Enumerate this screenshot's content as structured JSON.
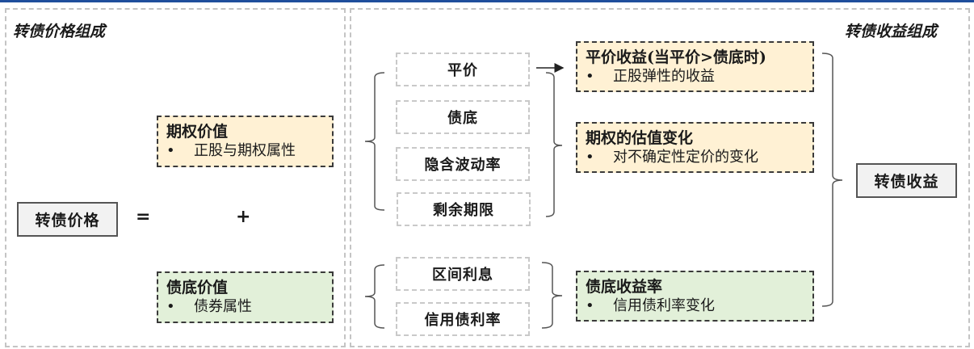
{
  "left_panel": {
    "title": "转债价格组成",
    "price_box": "转债价格",
    "equals_sign": "=",
    "plus_sign": "+",
    "option_value": {
      "title": "期权价值",
      "bullet": "正股与期权属性",
      "color": "#fff1d4"
    },
    "bond_floor_value": {
      "title": "债底价值",
      "bullet": "债券属性",
      "color": "#e2f0d9"
    }
  },
  "right_panel": {
    "title": "转债收益组成",
    "option_factors": [
      "平价",
      "债底",
      "隐含波动率",
      "剩余期限"
    ],
    "bond_factors": [
      "区间利息",
      "信用债利率"
    ],
    "returns": [
      {
        "title": "平价收益(当平价>债底时)",
        "bullet": "正股弹性的收益",
        "color": "#fff1d4"
      },
      {
        "title": "期权的估值变化",
        "bullet": "对不确定性定价的变化",
        "color": "#fff1d4"
      },
      {
        "title": "债底收益率",
        "bullet": "信用债利率变化",
        "color": "#e2f0d9"
      }
    ],
    "total_box": "转债收益",
    "bullet_symbol": "•"
  },
  "accent_color": "#1f4e9c"
}
